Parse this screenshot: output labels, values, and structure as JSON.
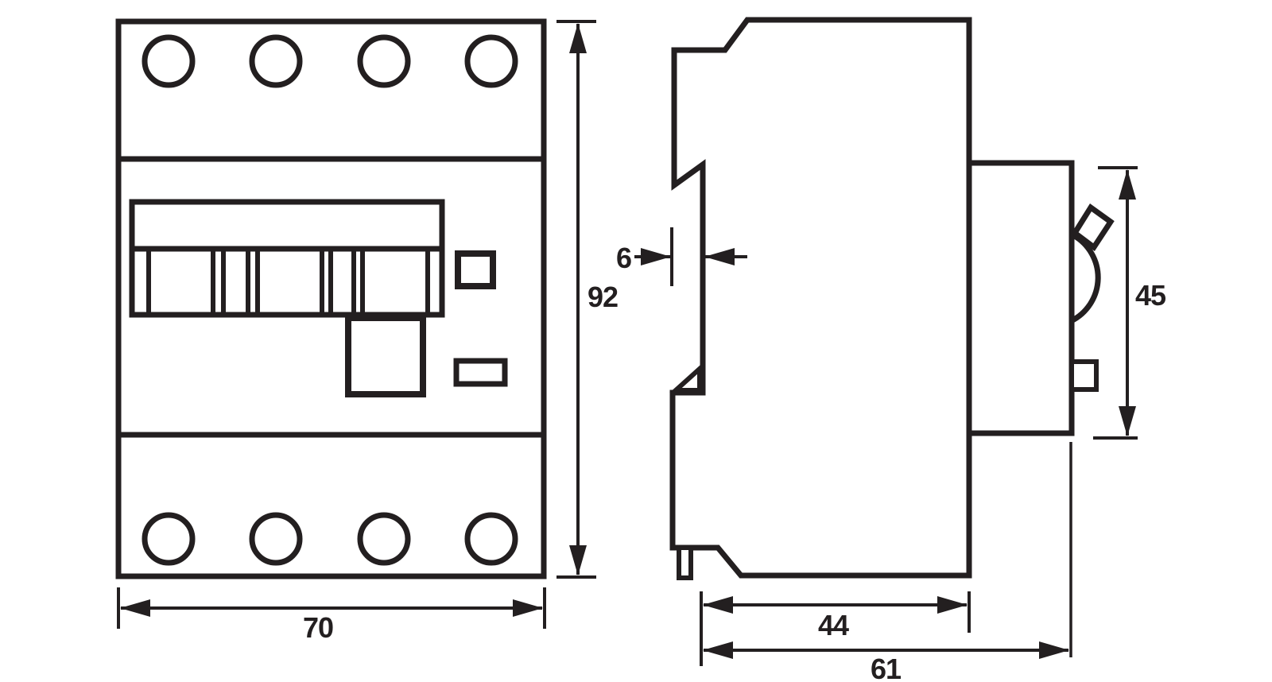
{
  "drawing": {
    "type": "technical-dimension-drawing",
    "subject": "4-pole modular circuit breaker (RCD), front view and side view",
    "colors": {
      "background": "#ffffff",
      "line": "#231f20"
    }
  },
  "views": {
    "front": {
      "name": "front-view"
    },
    "side": {
      "name": "side-view"
    }
  },
  "dimensions": {
    "front_width": "70",
    "front_height": "92",
    "rail_offset": "6",
    "body_depth": "44",
    "total_depth": "61",
    "panel_height": "45"
  }
}
